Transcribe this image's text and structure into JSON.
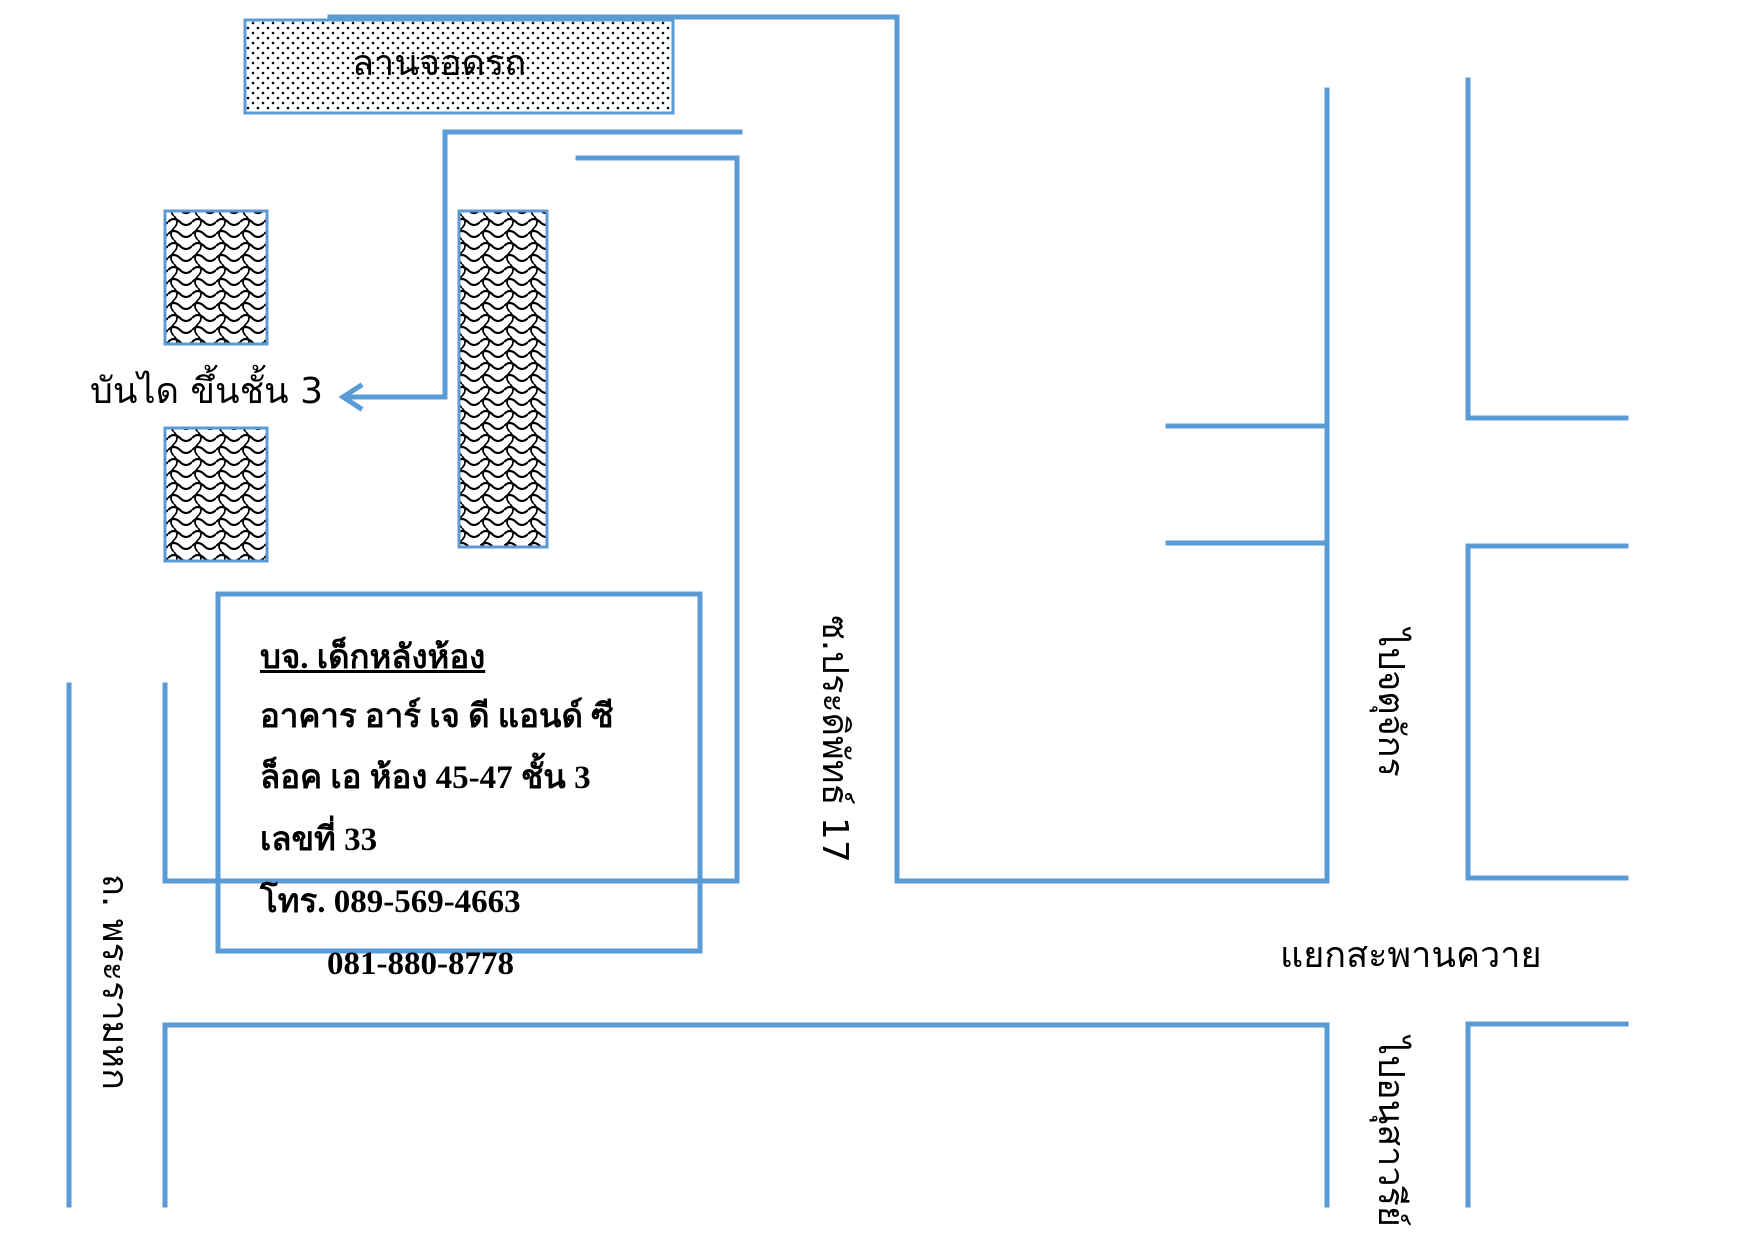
{
  "labels": {
    "parking": "ลานจอดรถ",
    "stairs": "บันได ขึ้นชั้น 3",
    "soi": "ซ.ประดิพัทธ์ 17",
    "road_left": "ถ. พระรามหก",
    "to_chatuchak": "ไปจตุจักร",
    "junction": "แยกสะพานควาย",
    "to_victory": "ไปอนุสาวรีย์"
  },
  "company": {
    "name": "บจ. เด็กหลังห้อง",
    "building": "อาคาร อาร์ เจ ดี แอนด์ ซี",
    "room": "ล็อค เอ ห้อง 45-47 ชั้น 3",
    "number": "เลขที่ 33",
    "phone1": "โทร. 089-569-4663",
    "phone2": "081-880-8778"
  },
  "colors": {
    "road": "#5b9bd5",
    "text": "#000000"
  }
}
